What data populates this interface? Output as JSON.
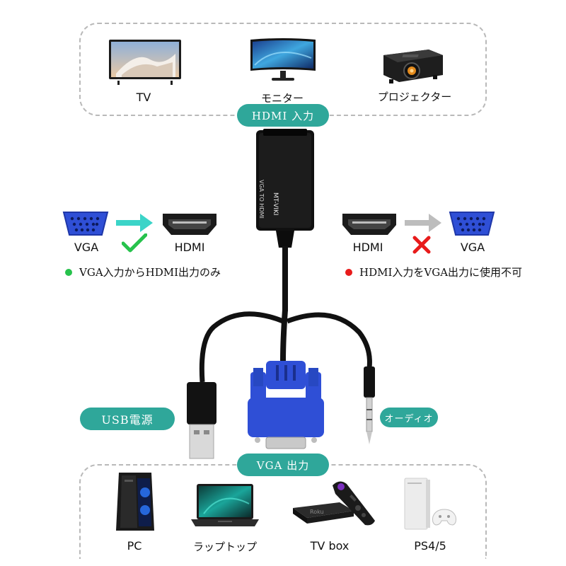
{
  "top_devices": {
    "items": [
      {
        "label": "TV",
        "icon": "tv-icon"
      },
      {
        "label": "モニター",
        "icon": "monitor-icon"
      },
      {
        "label": "プロジェクター",
        "icon": "projector-icon"
      }
    ],
    "badge": "HDMI 入力"
  },
  "adapter": {
    "brand": "MT-VIKI",
    "model": "VGA TO HDMI",
    "usb_badge": "USB電源",
    "audio_badge": "オーディオ"
  },
  "left_flow": {
    "from": "VGA",
    "to": "HDMI",
    "note": "VGA入力からHDMI出力のみ",
    "status": "supported",
    "dot_color": "#27c24c"
  },
  "right_flow": {
    "from": "HDMI",
    "to": "VGA",
    "note": "HDMI入力をVGA出力に使用不可",
    "status": "unsupported",
    "dot_color": "#e81b1b"
  },
  "bottom_devices": {
    "badge": "VGA 出力",
    "items": [
      {
        "label": "PC",
        "icon": "pc-tower-icon"
      },
      {
        "label": "ラップトップ",
        "icon": "laptop-icon"
      },
      {
        "label": "TV box",
        "icon": "tv-box-icon"
      },
      {
        "label": "PS4/5",
        "icon": "console-icon"
      }
    ]
  },
  "colors": {
    "accent": "#2fa79a",
    "vga_blue": "#2f4fd6",
    "check_green": "#27c24c",
    "cross_red": "#e81b1b"
  }
}
